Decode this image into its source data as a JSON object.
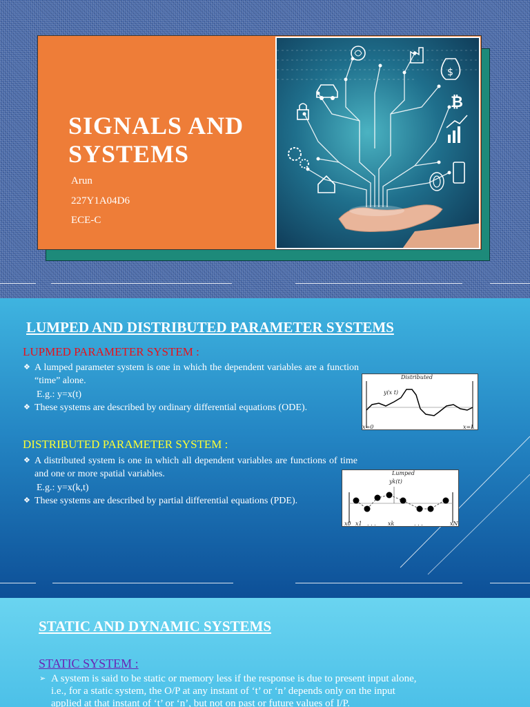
{
  "slide1": {
    "title": "Signals and Systems",
    "author": "Arun",
    "roll_number": "227Y1A04D6",
    "section": "ECE-C"
  },
  "slide2": {
    "title": "Lumped and distributed parameter systems",
    "lumped": {
      "heading": "LUPMED PARAMETER SYSTEM :",
      "bullet1": "A lumped parameter system is one in which the dependent variables are a function “time” alone.",
      "example": "E.g.: y=x(t)",
      "bullet2": "These systems are described by ordinary differential equations (ODE)."
    },
    "distributed": {
      "heading": "DISTRIBUTED PARAMETER SYSTEM :",
      "bullet1": "A distributed system is one in which all dependent variables are functions of time and one or more spatial variables.",
      "example": "E.g.: y=x(k,t)",
      "bullet2": "These systems are described by partial differential equations (PDE)."
    },
    "figure_distributed": {
      "caption": "Distributed",
      "curve_label": "y(x t)",
      "x_start": "x=0",
      "x_end": "x=L"
    },
    "figure_lumped": {
      "caption": "Lumped",
      "curve_label": "yk(t)",
      "x_start": "x0",
      "x1": "x1",
      "dots1": ". . .",
      "xk": "xk",
      "dots2": ". . .",
      "x_end": "xN"
    }
  },
  "slide3": {
    "title": "STATIC AND DYNAMIC SYSTEMS",
    "heading": "STATIC SYSTEM :",
    "bullet": "A system is said to be static or memory less if the response is due to present input alone, i.e., for a static system, the O/P at any instant of ‘t’ or ‘n’ depends only on the input applied at that instant of ‘t’ or ‘n’, but not on past or future values of I/P."
  },
  "colors": {
    "title_card": "#ee7d38",
    "card_shadow": "#1d8a7a",
    "lumped_heading": "#e8101a",
    "distributed_heading": "#ffff33",
    "static_heading": "#6a24b4"
  }
}
